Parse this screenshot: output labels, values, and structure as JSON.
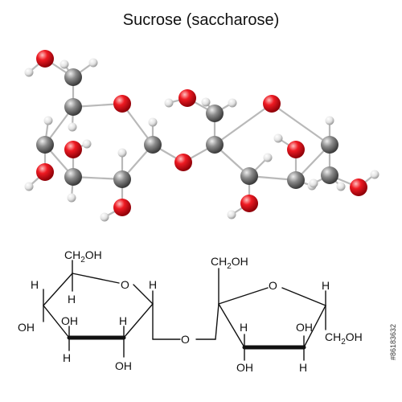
{
  "title": "Sucrose (saccharose)",
  "stock_id": "#86183632",
  "colors": {
    "carbon": "#6f6f6f",
    "oxygen": "#e0101e",
    "hydrogen": "#e8e8e8",
    "bond": "#b9b9b9",
    "line": "#111111"
  },
  "structural_labels": {
    "ch2oh": "CH",
    "ch2oh_sub": "2",
    "ch2oh_tail": "OH",
    "oh": "OH",
    "h": "H",
    "o": "O"
  }
}
